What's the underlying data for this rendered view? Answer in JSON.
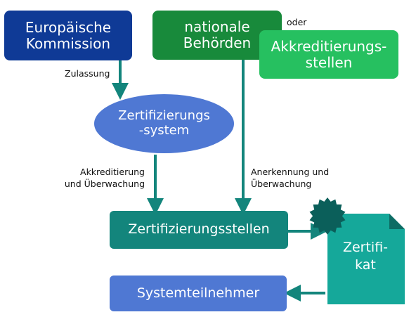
{
  "nodes": {
    "european_commission": "Europäische\nKommission",
    "national_authorities": "nationale\nBehörden",
    "accreditation_bodies": "Akkreditierungs-\nstellen",
    "certification_system": "Zertifizierungs\n-system",
    "certification_bodies": "Zertifizierungsstellen",
    "system_participants": "Systemteilnehmer",
    "certificate": "Zertifi-\nkat"
  },
  "labels": {
    "or": "oder",
    "approval": "Zulassung",
    "accreditation_monitoring": "Akkreditierung\nund Überwachung",
    "recognition_monitoring": "Anerkennung und\nÜberwachung"
  },
  "colors": {
    "dark_blue": "#0f3a96",
    "dark_green": "#188a3b",
    "light_green": "#26c060",
    "mid_blue": "#4f78d3",
    "teal": "#13857c",
    "teal_light": "#15a89a",
    "teal_fold": "#0d6c64",
    "seal": "#0b5f5a"
  }
}
